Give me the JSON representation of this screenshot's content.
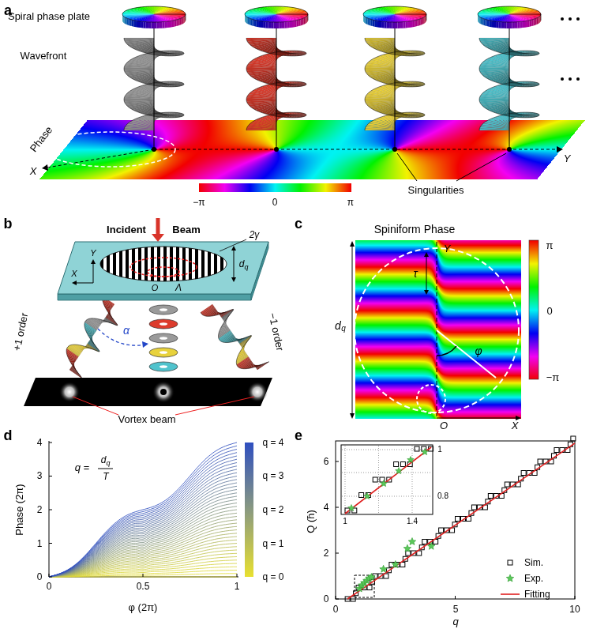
{
  "diagram": {
    "labels": [
      "a",
      "Spiral phase plate",
      "Wavefront",
      "Phase",
      "X",
      "Y",
      "−π",
      "0",
      "π",
      "Singularities",
      "b",
      "Incident",
      "Beam",
      "2γ",
      "Y",
      "X",
      "d",
      "q",
      "O",
      "Λ",
      "α",
      "+1 order",
      "−1 order",
      "Vortex beam",
      "c",
      "Spiniform Phase",
      "Y",
      "τ",
      "d",
      "q",
      "φ",
      "O",
      "X",
      "π",
      "0",
      "−π",
      "d",
      "4",
      "3",
      "2",
      "1",
      "0",
      "Phase (2π)",
      "q =",
      "d",
      "q",
      "T",
      "q = 4",
      "q = 3",
      "q = 2",
      "q = 1",
      "q = 0",
      "0",
      "0.5",
      "1",
      "φ (2π)",
      "e",
      "0",
      "2",
      "4",
      "6",
      "Q (ħ)",
      "0",
      "5",
      "10",
      "q",
      "1",
      "1.4",
      "1",
      "0.8"
    ],
    "legend": [
      {
        "text": "Sim."
      },
      {
        "text": "Exp."
      },
      {
        "text": "Fitting"
      }
    ]
  }
}
